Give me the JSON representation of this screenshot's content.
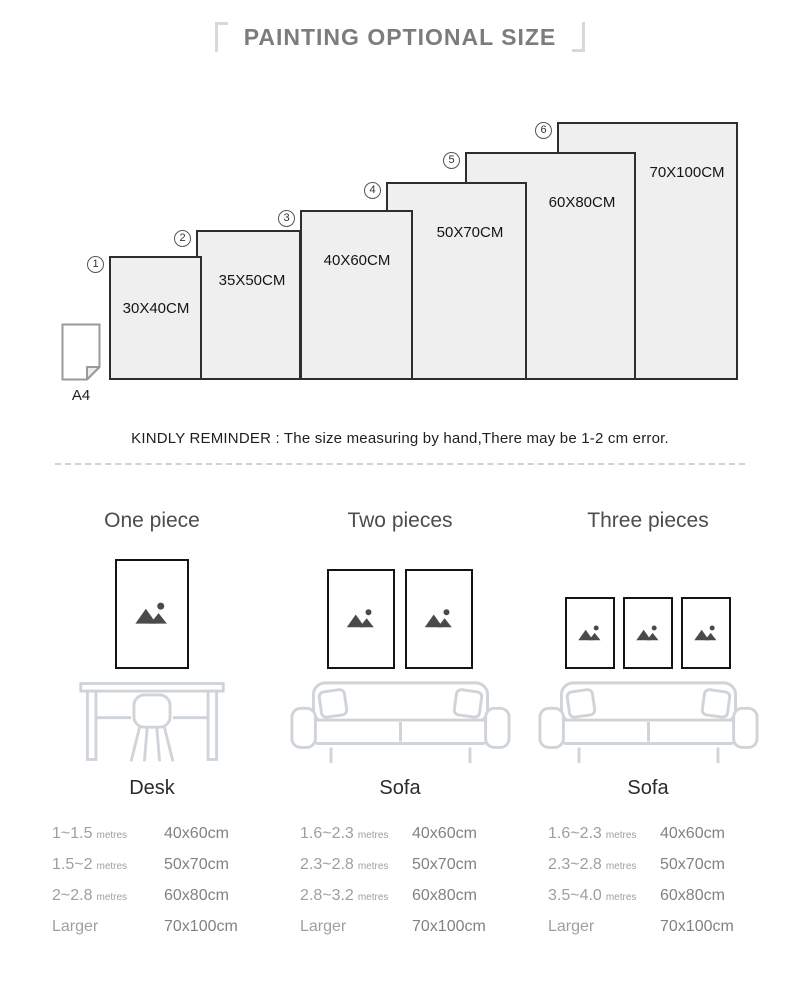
{
  "title": "PAINTING OPTIONAL SIZE",
  "size_chart": {
    "reference_label": "A4",
    "sizes": [
      {
        "num": "1",
        "label": "30X40CM"
      },
      {
        "num": "2",
        "label": "35X50CM"
      },
      {
        "num": "3",
        "label": "40X60CM"
      },
      {
        "num": "4",
        "label": "50X70CM"
      },
      {
        "num": "5",
        "label": "60X80CM"
      },
      {
        "num": "6",
        "label": "70X100CM"
      }
    ]
  },
  "reminder": "KINDLY REMINDER : The size measuring by hand,There may be 1-2 cm error.",
  "sections": [
    {
      "heading": "One piece",
      "furniture_label": "Desk",
      "rows": [
        {
          "range": "1~1.5",
          "unit": "metres",
          "size": "40x60cm"
        },
        {
          "range": "1.5~2",
          "unit": "metres",
          "size": "50x70cm"
        },
        {
          "range": "2~2.8",
          "unit": "metres",
          "size": "60x80cm"
        },
        {
          "range": "Larger",
          "unit": "",
          "size": "70x100cm"
        }
      ]
    },
    {
      "heading": "Two pieces",
      "furniture_label": "Sofa",
      "rows": [
        {
          "range": "1.6~2.3",
          "unit": "metres",
          "size": "40x60cm"
        },
        {
          "range": "2.3~2.8",
          "unit": "metres",
          "size": "50x70cm"
        },
        {
          "range": "2.8~3.2",
          "unit": "metres",
          "size": "60x80cm"
        },
        {
          "range": "Larger",
          "unit": "",
          "size": "70x100cm"
        }
      ]
    },
    {
      "heading": "Three pieces",
      "furniture_label": "Sofa",
      "rows": [
        {
          "range": "1.6~2.3",
          "unit": "metres",
          "size": "40x60cm"
        },
        {
          "range": "2.3~2.8",
          "unit": "metres",
          "size": "50x70cm"
        },
        {
          "range": "3.5~4.0",
          "unit": "metres",
          "size": "60x80cm"
        },
        {
          "range": "Larger",
          "unit": "",
          "size": "70x100cm"
        }
      ]
    }
  ],
  "icons": {
    "image_placeholder": "mountains-with-sun",
    "reference_paper": "a4-folded-corner-sheet",
    "one_piece_furniture": "desk-with-chair",
    "multi_piece_furniture": "sofa"
  },
  "colors": {
    "canvas_fill": "#efefef",
    "canvas_border": "#2e2e2e",
    "illustration_gray": "#cfd4d9",
    "icon_dark": "#4a4a4a"
  }
}
